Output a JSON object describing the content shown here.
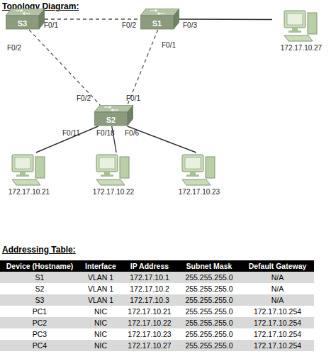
{
  "diagram": {
    "title": "Topology Diagram:",
    "nodes": [
      {
        "text": [
          "S3"
        ]
      },
      {
        "text": [
          "S1"
        ]
      },
      {
        "text": [
          "172.17.10.27"
        ]
      },
      {
        "text": [
          "S2"
        ]
      },
      {
        "text": [
          "172.17.10.21"
        ]
      },
      {
        "text": [
          "172.17.10.22"
        ]
      },
      {
        "text": [
          "172.17.10.23"
        ]
      }
    ],
    "edges": [
      {
        "from": 0,
        "to": 1,
        "arrow": "none"
      },
      {
        "from": 0,
        "to": 3,
        "arrow": "none"
      },
      {
        "from": 1,
        "to": 3,
        "arrow": "none"
      },
      {
        "from": 1,
        "to": 2,
        "arrow": "none"
      },
      {
        "from": 3,
        "to": 4,
        "arrow": "none"
      },
      {
        "from": 3,
        "to": 5,
        "arrow": "none"
      },
      {
        "from": 3,
        "to": 6,
        "arrow": "none"
      }
    ],
    "labels": [
      "F0/1",
      "F0/2",
      "F0/3",
      "F0/2",
      "F0/1",
      "F0/2",
      "F0/1",
      "F0/11",
      "F0/18",
      "F0/6",
      "Addressing Table:",
      "Device (Hostname)",
      "Interface",
      "IP Address",
      "Subnet Mask",
      "Default Gateway",
      "S1",
      "VLAN 1",
      "172.17.10.1",
      "255.255.255.0",
      "N/A",
      "S2",
      "VLAN 1",
      "172.17.10.2",
      "255.255.255.0",
      "N/A",
      "S3",
      "VLAN 1",
      "172.17.10.3",
      "255.255.255.0",
      "N/A",
      "PC1",
      "NIC",
      "172.17.10.21",
      "255.255.255.0",
      "172.17.10.254",
      "PC2",
      "NIC",
      "172.17.10.22",
      "255.255.255.0",
      "172.17.10.254",
      "PC3",
      "NIC",
      "172.17.10.23",
      "255.255.255.0",
      "172.17.10.254",
      "PC4",
      "NIC",
      "172.17.10.27",
      "255.255.255.0",
      "172.17.10.254"
    ]
  }
}
